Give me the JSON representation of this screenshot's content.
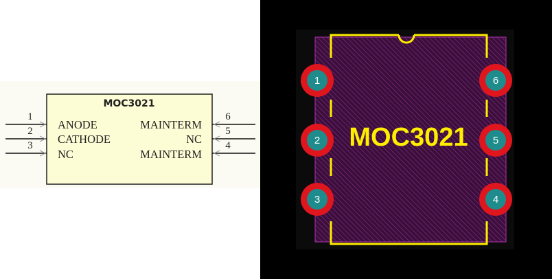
{
  "schematic": {
    "part_name": "MOC3021",
    "pins_left": [
      {
        "number": "1",
        "label": "ANODE"
      },
      {
        "number": "2",
        "label": "CATHODE"
      },
      {
        "number": "3",
        "label": "NC"
      }
    ],
    "pins_right": [
      {
        "number": "6",
        "label": "MAINTERM"
      },
      {
        "number": "5",
        "label": "NC"
      },
      {
        "number": "4",
        "label": "MAINTERM"
      }
    ],
    "colors": {
      "body_fill": "#fdfdd5",
      "body_stroke": "#222222",
      "wire": "#111111"
    }
  },
  "footprint": {
    "part_name": "MOC3021",
    "pads_left": [
      "1",
      "2",
      "3"
    ],
    "pads_right": [
      "6",
      "5",
      "4"
    ],
    "colors": {
      "background": "#000000",
      "courtyard": "#3a0f3a",
      "hatch": "#8a2a8a",
      "silkscreen": "#ffee00",
      "pad_ring": "#e0161e",
      "pad_center": "#1e8c8c"
    }
  }
}
